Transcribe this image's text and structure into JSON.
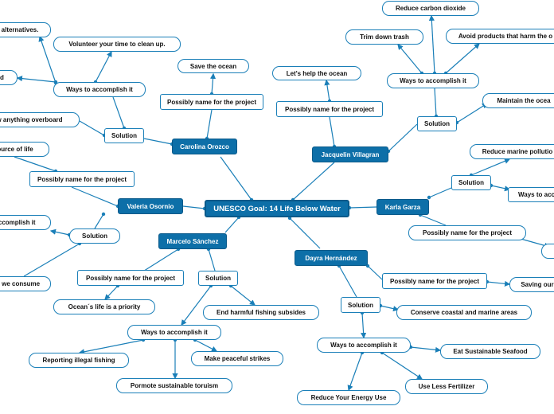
{
  "colors": {
    "line": "#1a7fb8",
    "main_fill": "#0d6fa8",
    "text": "#111111"
  },
  "center": {
    "label": "UNESCO Goal: 14 Life Below Water"
  },
  "people": {
    "carolina": "Carolina Orozco",
    "jacquelin": "Jacquelin Villagran",
    "karla": "Karla Garza",
    "dayra": "Dayra Hernández",
    "marcelo": "Marcelo Sánchez",
    "valeria": "Valeria Osornio"
  },
  "labels": {
    "possibly_name": "Possibly name for the project",
    "solution": "Solution",
    "ways": "Ways to accomplish it"
  },
  "nodes": {
    "alternatives": "alternatives.",
    "volunteer": "Volunteer your time to clean up.",
    "and_cut": "nd",
    "overboard": "w anything overboard",
    "save_ocean": "Save the ocean",
    "lets_help": "Let's help the ocean",
    "reduce_co2": "Reduce carbon dioxide",
    "trim_trash": "Trim down trash",
    "avoid_products": "Avoid products that harm the o",
    "maintain_ocean": "Maintain the ocea",
    "reduce_pollution": "Reduce marine pollutio",
    "ways_karla_cut": "Ways to acc",
    "karla_tail": "",
    "saving": "Saving our",
    "source_life": "ource of life",
    "accomplish_cut": "accomplish it",
    "what_consume": "hat we consume",
    "ocean_priority": "Ocean´s life is a priority",
    "end_fishing": "End harmful fishing subsides",
    "reporting": "Reporting illegal fishing",
    "peaceful": "Make peaceful strikes",
    "tourism": "Pormote sustainable toruism",
    "conserve": "Conserve coastal and marine areas",
    "seafood": "Eat Sustainable Seafood",
    "fertilizer": "Use Less Fertilizer",
    "energy": "Reduce Your Energy Use"
  }
}
